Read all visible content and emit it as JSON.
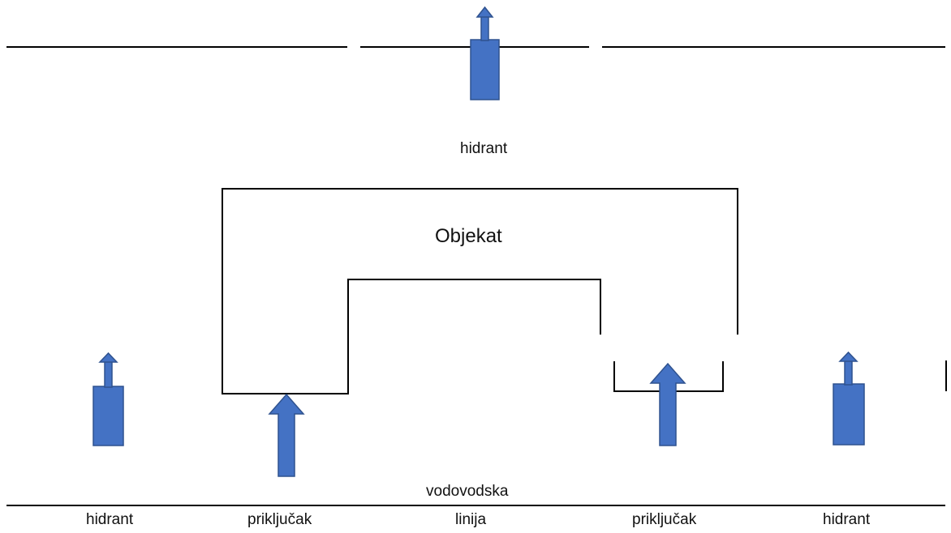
{
  "labels": {
    "hidrant_top": "hidrant",
    "objekat": "Objekat",
    "vodovodska": "vodovodska",
    "bottom": [
      "hidrant",
      "priključak",
      "linija",
      "priključak",
      "hidrant"
    ]
  },
  "colors": {
    "symbol_fill": "#4472c4",
    "symbol_stroke": "#2f528f",
    "line": "#000000"
  },
  "symbols": [
    {
      "kind": "hydrant",
      "represents": "hidrant"
    },
    {
      "kind": "hydrant",
      "represents": "hidrant"
    },
    {
      "kind": "hydrant",
      "represents": "hidrant"
    },
    {
      "kind": "connection-arrow",
      "represents": "priključak"
    },
    {
      "kind": "connection-arrow",
      "represents": "priključak"
    }
  ]
}
